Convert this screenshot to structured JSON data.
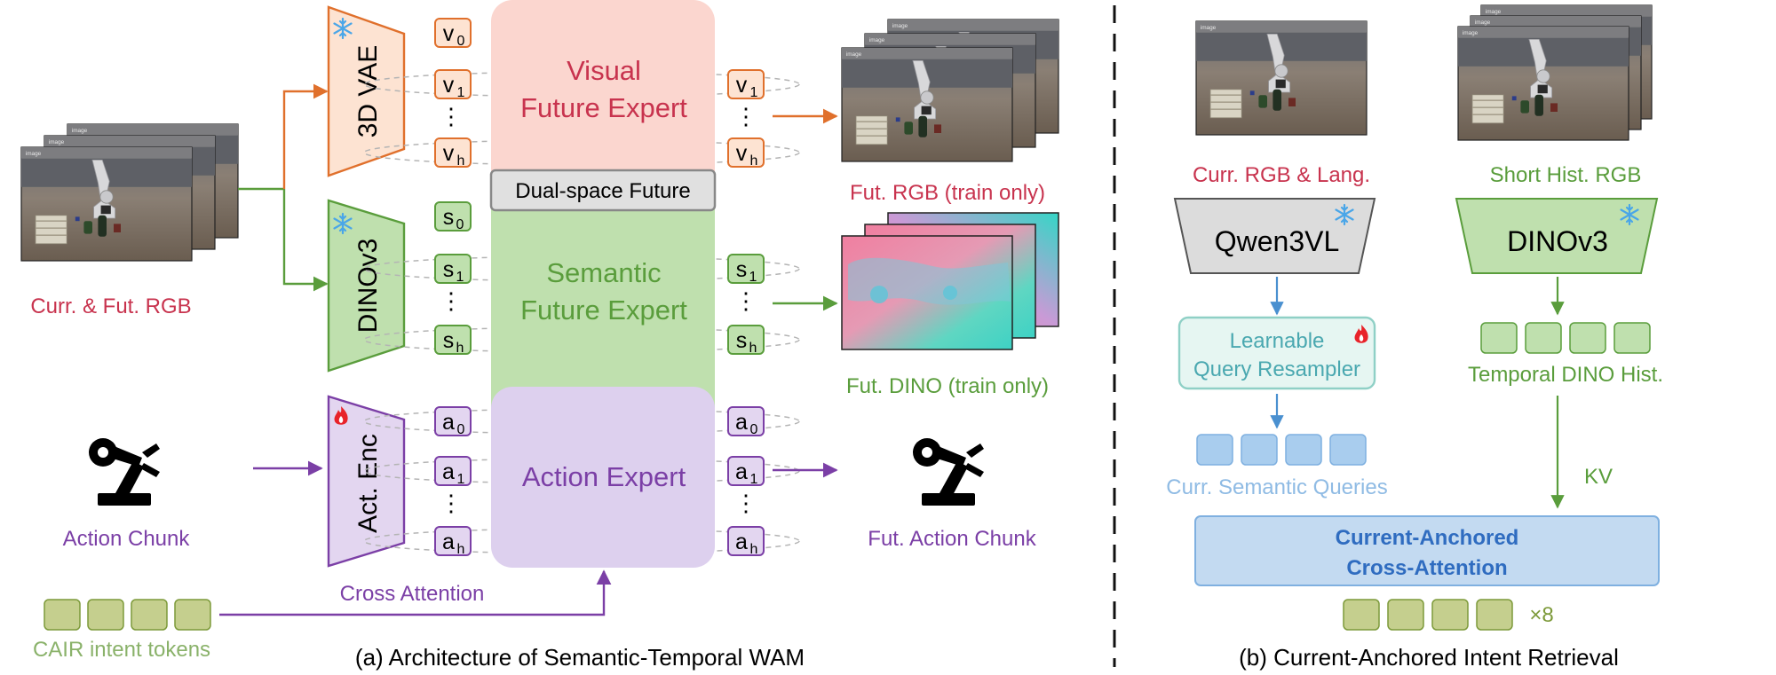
{
  "colors": {
    "red": "#c8334e",
    "green": "#5a9d3c",
    "purple": "#7b3fa6",
    "blue": "#2f6cc0",
    "lightblue": "#7fb0e0",
    "orange": "#e0702c",
    "olive": "#7d9a3a"
  },
  "left": {
    "input_caption": "Curr. & Fut. RGB",
    "vae_label": "3D VAE",
    "dino_label": "DINOv3",
    "act_enc_label": "Act. Enc",
    "visual_expert": [
      "Visual",
      "Future Expert"
    ],
    "dual_space": "Dual-space Future",
    "semantic_expert": [
      "Semantic",
      "Future Expert"
    ],
    "action_expert": "Action Expert",
    "fut_rgb_caption": "Fut. RGB (train only)",
    "fut_dino_caption": "Fut. DINO (train only)",
    "action_chunk": "Action Chunk",
    "fut_action_chunk": "Fut. Action Chunk",
    "cross_attention": "Cross Attention",
    "cair_tokens": "CAIR intent tokens",
    "caption": "(a) Architecture of Semantic-Temporal WAM",
    "token_v": [
      "v",
      "0",
      "1",
      "h"
    ],
    "token_s": [
      "s",
      "0",
      "1",
      "h"
    ],
    "token_a": [
      "a",
      "0",
      "1",
      "h"
    ],
    "vdots": "⋮",
    "frame_label": "image"
  },
  "right": {
    "curr_caption": "Curr. RGB & Lang.",
    "hist_caption": "Short Hist. RGB",
    "qwen": "Qwen3VL",
    "dino": "DINOv3",
    "resampler": [
      "Learnable",
      "Query Resampler"
    ],
    "temporal_hist": "Temporal DINO Hist.",
    "semantic_queries": "Curr. Semantic Queries",
    "kv": "KV",
    "cross_attn": [
      "Current-Anchored",
      "Cross-Attention"
    ],
    "times": "×8",
    "caption": "(b) Current-Anchored Intent Retrieval"
  },
  "icons": {
    "frozen": "snowflake-icon",
    "trainable": "flame-icon",
    "robot": "robot-arm-icon"
  }
}
